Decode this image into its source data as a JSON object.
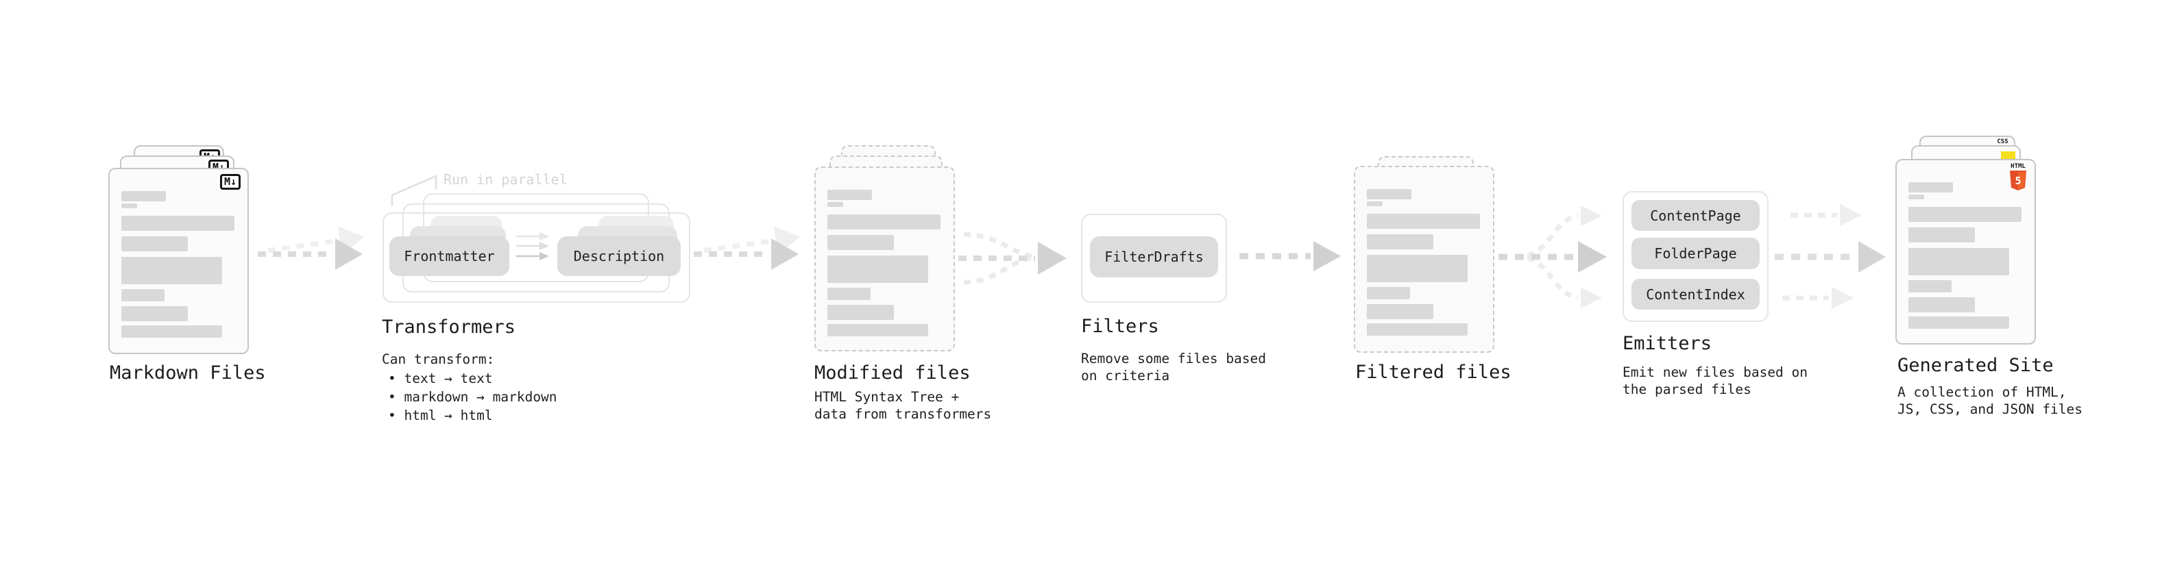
{
  "pipeline": {
    "markdown_files": {
      "title": "Markdown Files",
      "badge": "M↓"
    },
    "transformers": {
      "parallel_note": "Run in parallel",
      "step_a": "Frontmatter",
      "step_b": "Description",
      "title": "Transformers",
      "subtitle": "Can transform:",
      "bullets": [
        "• text → text",
        "• markdown → markdown",
        "• html → html"
      ]
    },
    "modified_files": {
      "title": "Modified files",
      "subtitle": "HTML Syntax Tree +\ndata from transformers"
    },
    "filters": {
      "title": "Filters",
      "button": "FilterDrafts",
      "subtitle": "Remove some files based\non criteria"
    },
    "filtered_files": {
      "title": "Filtered files"
    },
    "emitters": {
      "title": "Emitters",
      "buttons": [
        "ContentPage",
        "FolderPage",
        "ContentIndex"
      ],
      "subtitle": "Emit new files based on\nthe parsed files"
    },
    "generated_site": {
      "title": "Generated Site",
      "subtitle": "A collection of HTML,\nJS, CSS, and JSON files",
      "css_badge": "CSS",
      "html_badge": "HTML",
      "html5_number": "5"
    }
  },
  "colors": {
    "css_accent": "#1a73e8",
    "js_accent": "#f7df1e",
    "html5_accent": "#e44d26",
    "html5_accent_light": "#f16529",
    "chip_gray": "#dcdcdc",
    "arrow_gray": "#d3d3d3"
  }
}
